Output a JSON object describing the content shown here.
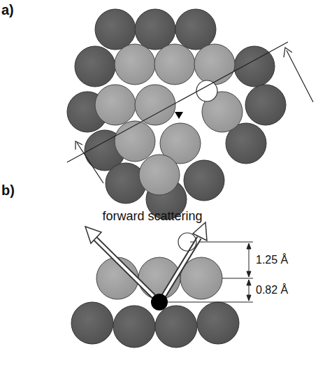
{
  "diagram": {
    "labels": [
      "a)",
      "b)",
      "forward scattering",
      "1.25 Å",
      "0.82 Å"
    ]
  }
}
